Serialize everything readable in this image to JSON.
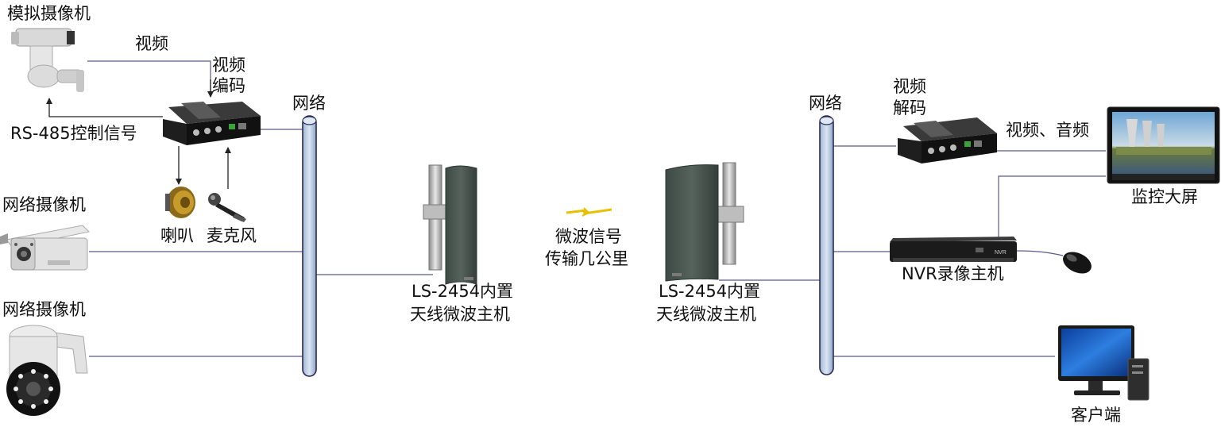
{
  "labels": {
    "analog_camera": "模拟摄像机",
    "video": "视频",
    "video_encode_1": "视频",
    "video_encode_2": "编码",
    "rs485": "RS-485控制信号",
    "network_left": "网络",
    "speaker": "喇叭",
    "microphone": "麦克风",
    "ip_camera_1": "网络摄像机",
    "ip_camera_2": "网络摄像机",
    "left_host_1": "LS-2454内置",
    "left_host_2": "天线微波主机",
    "microwave_1": "微波信号",
    "microwave_2": "传输几公里",
    "right_host_1": "LS-2454内置",
    "right_host_2": "天线微波主机",
    "network_right": "网络",
    "video_decode_1": "视频",
    "video_decode_2": "解码",
    "video_audio": "视频、音频",
    "monitor_wall": "监控大屏",
    "nvr": "NVR录像主机",
    "client": "客户端"
  },
  "devices": {
    "nvr_badge": "NVR"
  },
  "colors": {
    "line": "#5a5a8a",
    "pipe_fill": "#c9d8ea",
    "pipe_stroke": "#2a2a55",
    "wireless": "#e8c000"
  }
}
